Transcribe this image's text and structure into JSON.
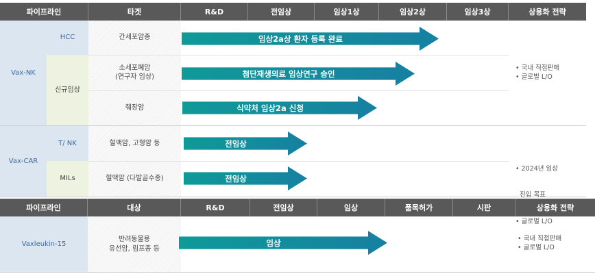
{
  "table1": {
    "headers": [
      "파이프라인",
      "타겟",
      "R&D",
      "전임상",
      "임상1상",
      "임상2상",
      "임상3상",
      "상용화 전략"
    ],
    "groups": [
      {
        "name": "Vax-NK"
      },
      {
        "name": "Vax-CAR"
      }
    ],
    "subgroups": [
      "HCC",
      "신규임상",
      "T/ NK",
      "MILs"
    ],
    "rows": [
      {
        "target": "간세포암종",
        "arrow": "임상2a상 환자 등록 완료"
      },
      {
        "target": "소세포폐암\n(연구자 임상)",
        "arrow": "첨단재생의료 임상연구 승인"
      },
      {
        "target": "췌장암",
        "arrow": "식약처 임상2a 신청"
      },
      {
        "target": "혈액암, 고형암 등",
        "arrow": "전임상"
      },
      {
        "target": "혈액암 (다발골수종)",
        "arrow": "전임상"
      }
    ],
    "strategies": [
      [
        "• 국내 직접판매",
        "• 글로벌 L/O"
      ],
      [
        "• 2024년 임상",
        "  진입 목표",
        "• 글로벌 L/O"
      ]
    ]
  },
  "table2": {
    "headers": [
      "파이프라인",
      "대상",
      "R&D",
      "전임상",
      "임상",
      "품목허가",
      "시판",
      "상용화 전략"
    ],
    "rows": [
      {
        "pipeline": "Vaxleukin-15",
        "target": "반려동물용\n유선암, 림프종 등",
        "arrow": "임상"
      }
    ],
    "strategies": [
      [
        "• 국내 직접판매",
        "• 글로벌 L/O"
      ]
    ]
  },
  "colors": {
    "header": "#595959",
    "arrow_start": "#0f9a98",
    "arrow_end": "#1780a2",
    "pipeline_bg": "#dce6f1",
    "subgroup_bg": "#eef2e0"
  }
}
